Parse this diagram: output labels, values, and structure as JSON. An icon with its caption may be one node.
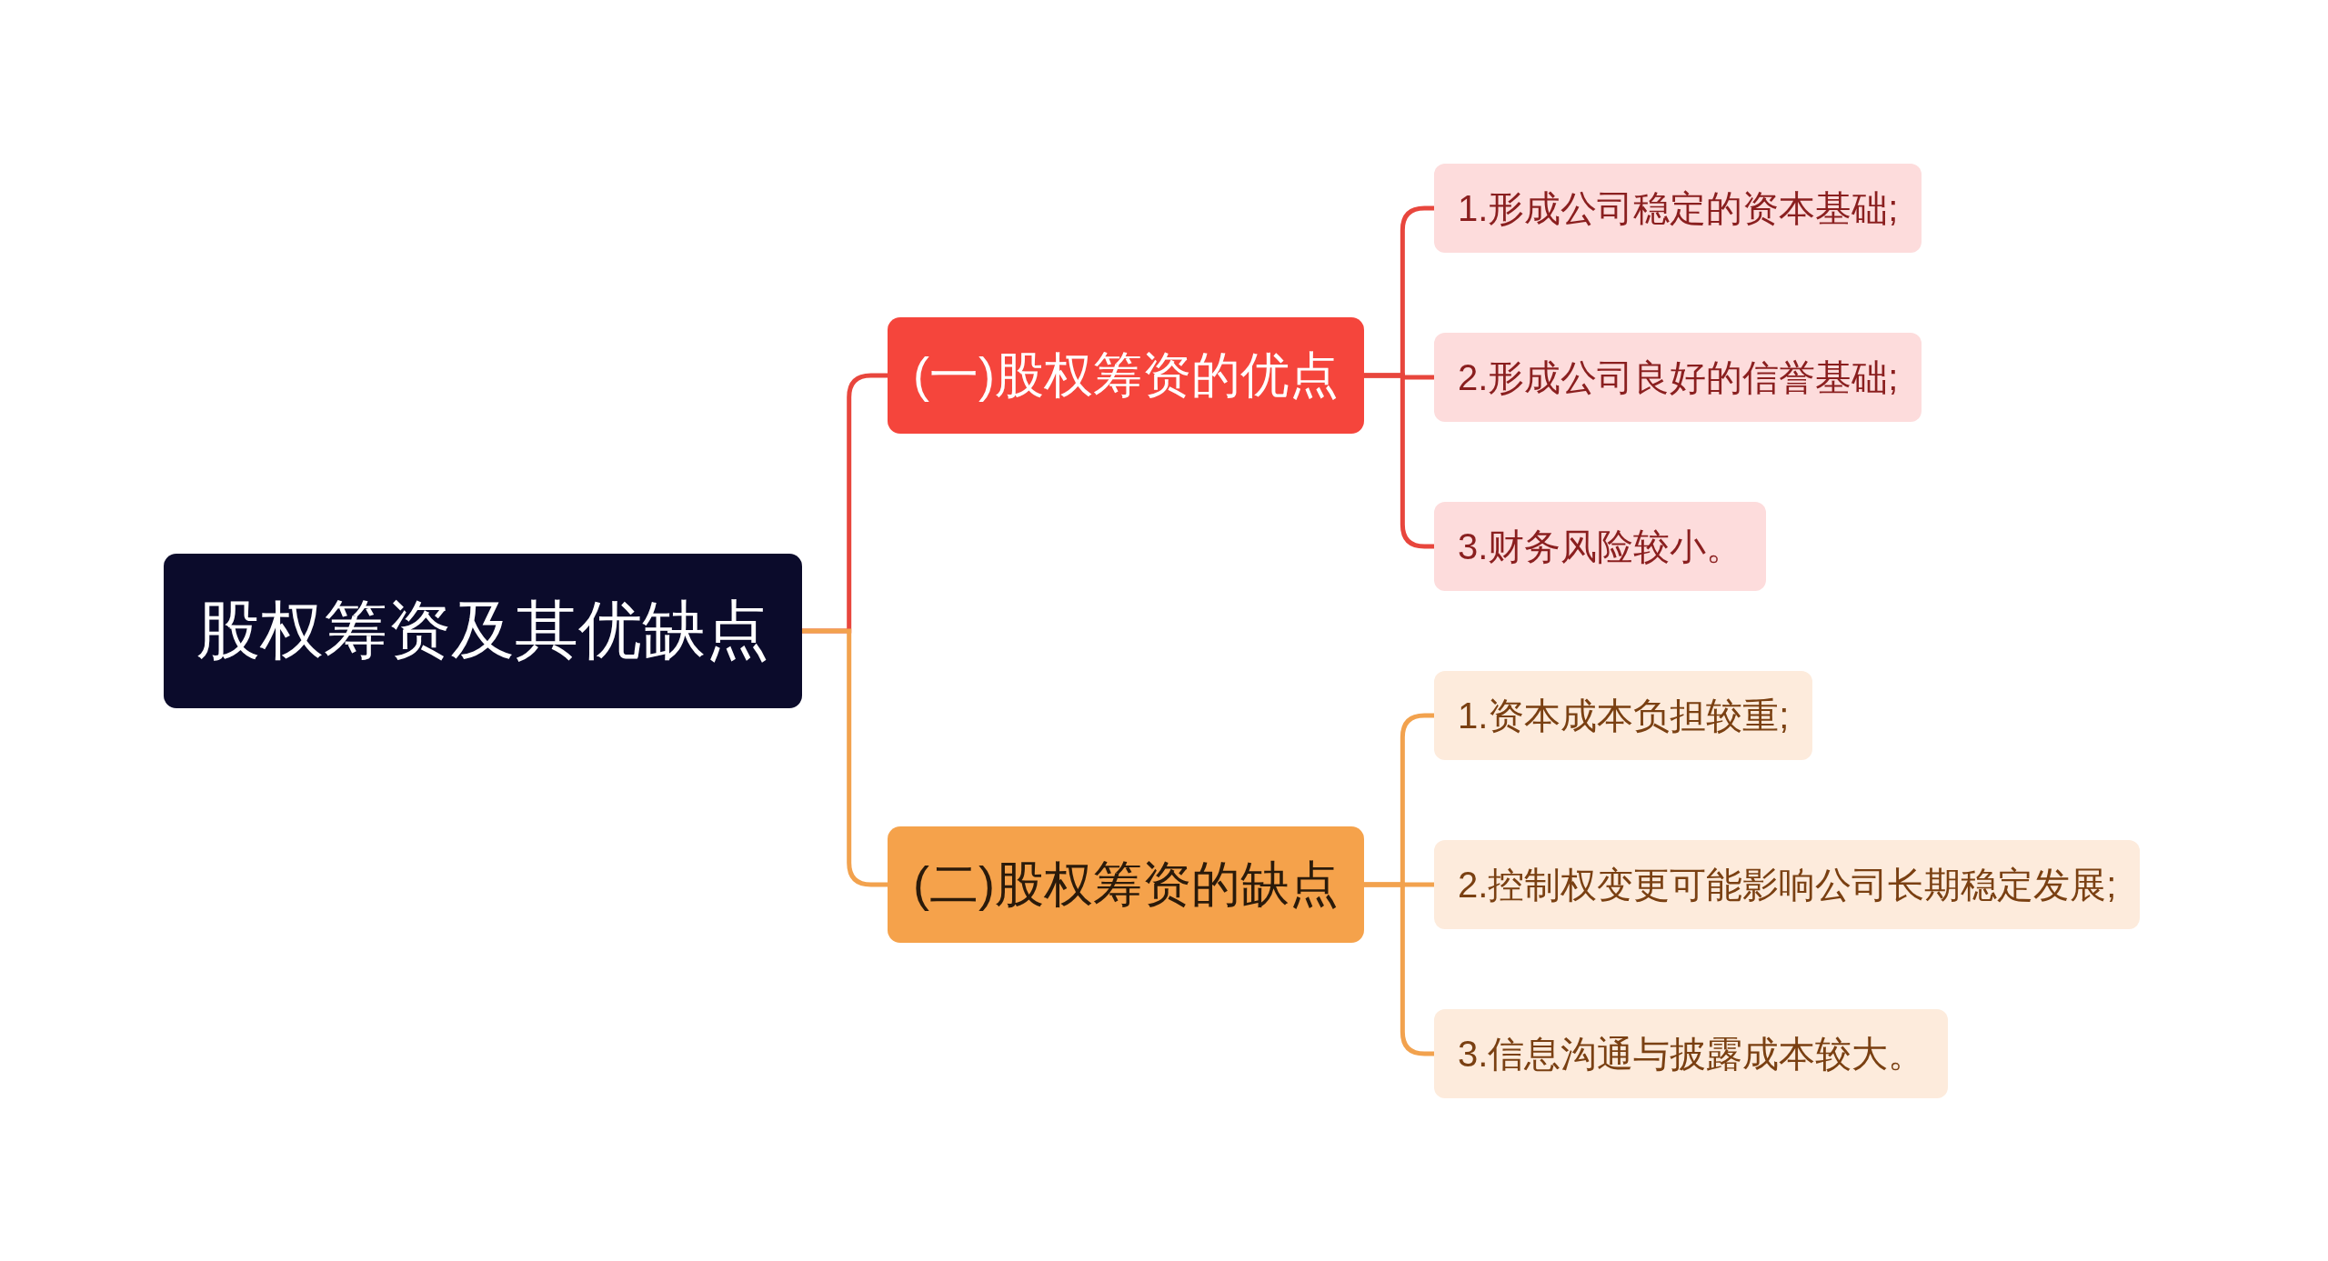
{
  "diagram": {
    "nodes": [
      {
        "text": [
          "股权筹资及其优缺点"
        ]
      },
      {
        "text": [
          "(一)股权筹资的优点"
        ]
      },
      {
        "text": [
          "1.形成公司稳定的资本基础;"
        ]
      },
      {
        "text": [
          "2.形成公司良好的信誉基础;"
        ]
      },
      {
        "text": [
          "3.财务风险较小。"
        ]
      },
      {
        "text": [
          "(二)股权筹资的缺点"
        ]
      },
      {
        "text": [
          "1.资本成本负担较重;"
        ]
      },
      {
        "text": [
          "2.控制权变更可能影响公司长期稳定发展;"
        ]
      },
      {
        "text": [
          "3.信息沟通与披露成本较大。"
        ]
      }
    ],
    "edges": [
      {
        "from": 0,
        "to": 1,
        "arrow": "none",
        "color": "#e8463d"
      },
      {
        "from": 1,
        "to": 2,
        "arrow": "none",
        "color": "#e8463d"
      },
      {
        "from": 1,
        "to": 3,
        "arrow": "none",
        "color": "#e8463d"
      },
      {
        "from": 1,
        "to": 4,
        "arrow": "none",
        "color": "#e8463d"
      },
      {
        "from": 0,
        "to": 5,
        "arrow": "none",
        "color": "#f2a24e"
      },
      {
        "from": 5,
        "to": 6,
        "arrow": "none",
        "color": "#f2a24e"
      },
      {
        "from": 5,
        "to": 7,
        "arrow": "none",
        "color": "#f2a24e"
      },
      {
        "from": 5,
        "to": 8,
        "arrow": "none",
        "color": "#f2a24e"
      }
    ]
  }
}
